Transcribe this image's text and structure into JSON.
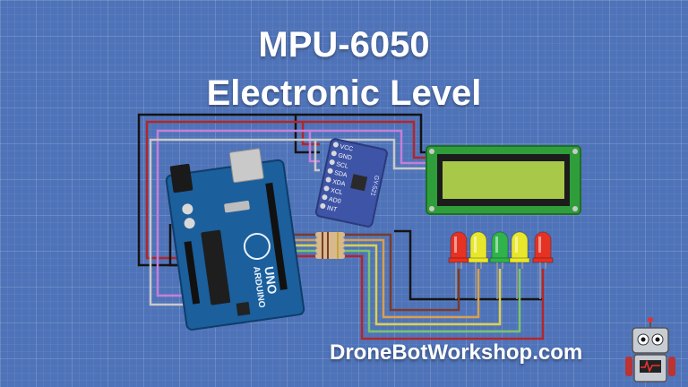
{
  "title": {
    "line1": "MPU-6050",
    "line2": "Electronic Level"
  },
  "website": "DroneBotWorkshop.com",
  "arduino": {
    "brand": "ARDUINO",
    "model": "UNO"
  },
  "mpu": {
    "pins": [
      "VCC",
      "GND",
      "SCL",
      "SDA",
      "XDA",
      "XCL",
      "AD0",
      "INT"
    ],
    "label": "GY-521"
  },
  "leds": [
    {
      "color": "#e53222"
    },
    {
      "color": "#e8e72c"
    },
    {
      "color": "#2fb34a"
    },
    {
      "color": "#e8e72c"
    },
    {
      "color": "#e53222"
    }
  ],
  "wire_colors": {
    "black": "#141414",
    "red": "#b3262a",
    "violet": "#c47fd8",
    "gray": "#c9c9c9",
    "orange": "#d9a04a",
    "yellow": "#ddd04c",
    "green": "#7cc36b",
    "brown": "#7a3b2a"
  },
  "colors": {
    "background": "#4f73b8",
    "lcd_board": "#2f9e3a",
    "lcd_screen": "#a8c84a"
  }
}
